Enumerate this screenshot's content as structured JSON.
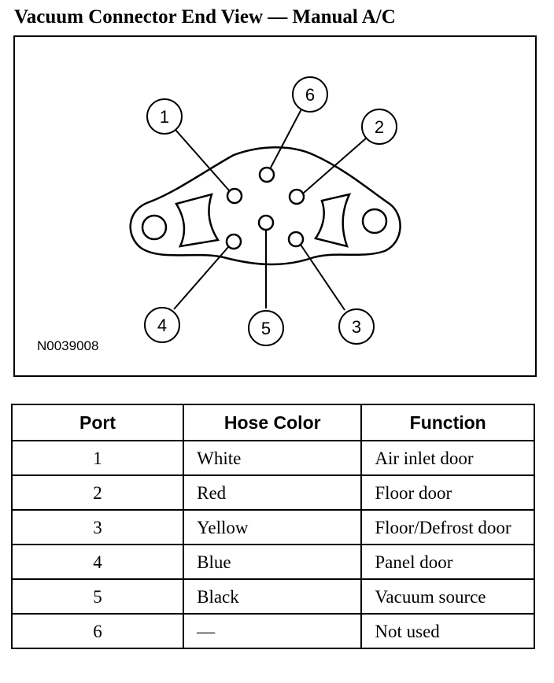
{
  "title": "Vacuum Connector End View — Manual A/C",
  "figure": {
    "id": "N0039008",
    "ports": [
      "1",
      "2",
      "3",
      "4",
      "5",
      "6"
    ]
  },
  "table": {
    "headers": [
      "Port",
      "Hose Color",
      "Function"
    ],
    "rows": [
      [
        "1",
        "White",
        "Air inlet door"
      ],
      [
        "2",
        "Red",
        "Floor door"
      ],
      [
        "3",
        "Yellow",
        "Floor/Defrost door"
      ],
      [
        "4",
        "Blue",
        "Panel door"
      ],
      [
        "5",
        "Black",
        "Vacuum source"
      ],
      [
        "6",
        "—",
        "Not used"
      ]
    ]
  }
}
